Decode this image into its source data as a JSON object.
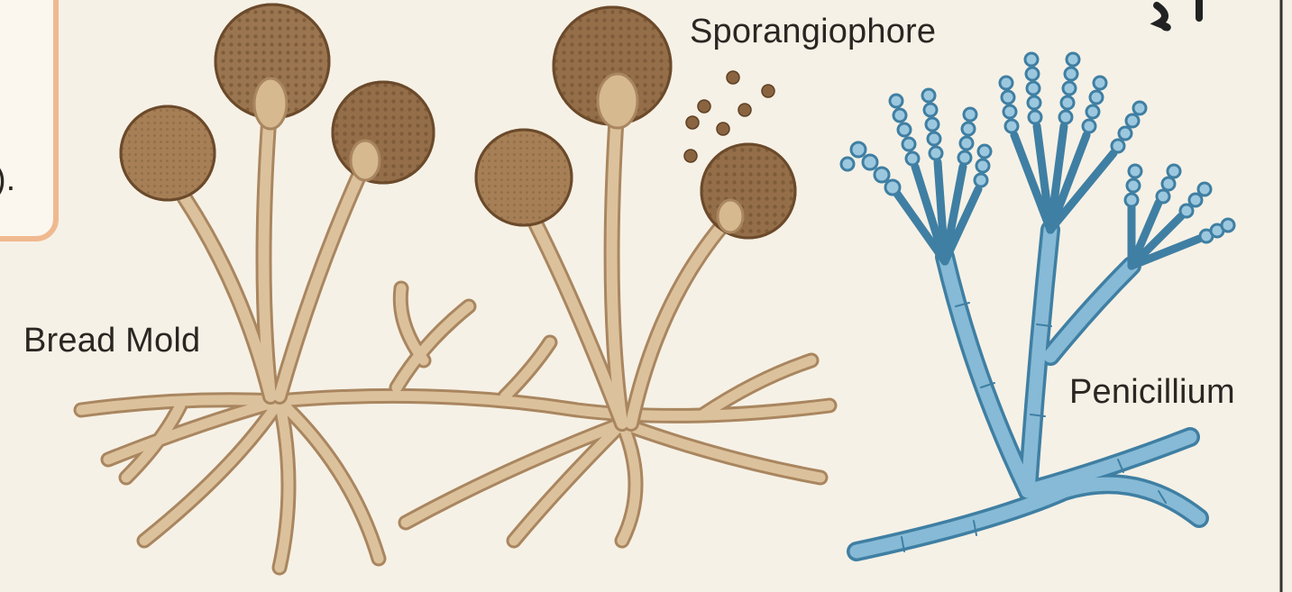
{
  "labels": {
    "sporangiophore": "Sporangiophore",
    "bread_mold": "Bread Mold",
    "penicillium": "Penicillium"
  },
  "callout_fragment": ").",
  "colors": {
    "background": "#f6f1e6",
    "callout_border": "#f0b98f",
    "mold_hyphae": "#d8bc94",
    "mold_outline": "#a98660",
    "sporangium": "#8f6a45",
    "penicillium": "#7fb3cf",
    "penicillium_outline": "#3f7fa3",
    "frame": "#333333"
  }
}
